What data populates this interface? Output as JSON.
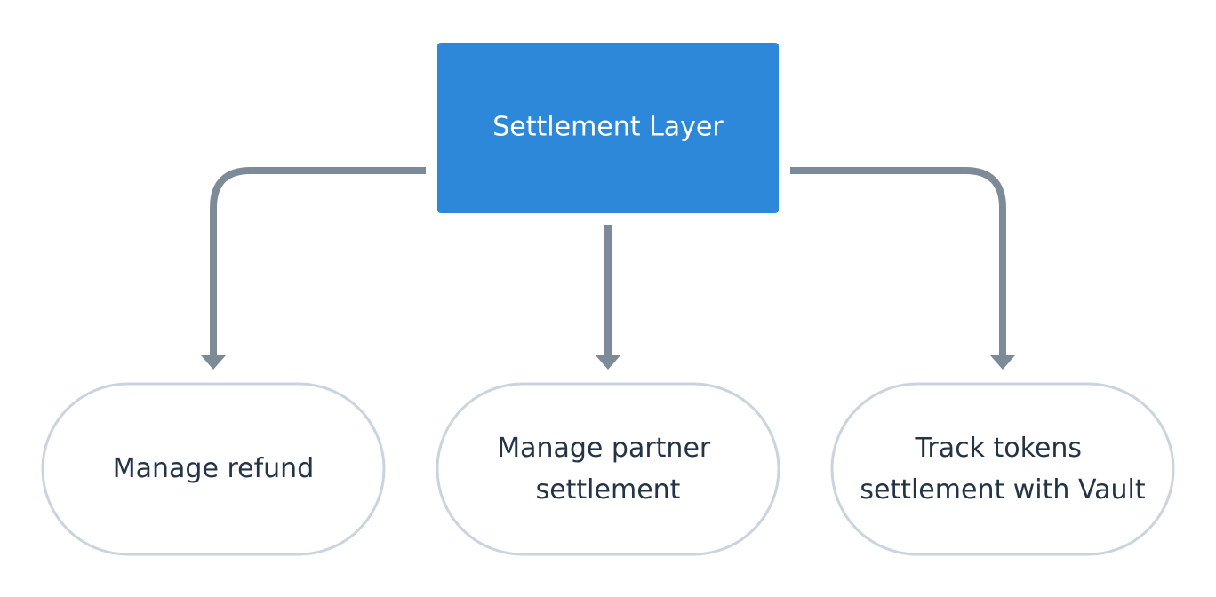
{
  "diagram": {
    "root": {
      "label": "Settlement Layer"
    },
    "children": [
      {
        "lines": [
          "Manage refund"
        ]
      },
      {
        "lines": [
          "Manage partner",
          "settlement"
        ]
      },
      {
        "lines": [
          "Track tokens",
          "settlement with Vault"
        ]
      }
    ]
  },
  "colors": {
    "root_fill": "#2d88d9",
    "root_text": "#ffffff",
    "connector": "#7d8b99",
    "child_border": "#c9d4de",
    "child_fill": "#ffffff",
    "child_text": "#243447"
  }
}
